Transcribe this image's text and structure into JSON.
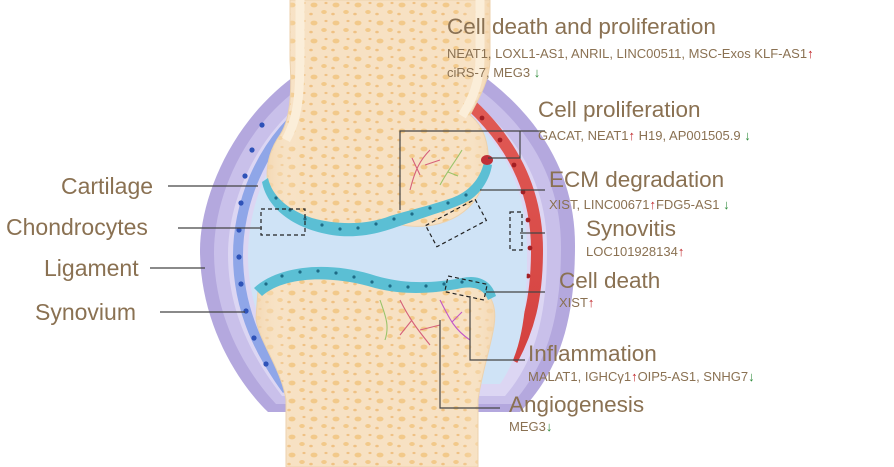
{
  "left_labels": {
    "cartilage": "Cartilage",
    "chondrocytes": "Chondrocytes",
    "ligament": "Ligament",
    "synovium": "Synovium"
  },
  "arrows": {
    "up": "↑",
    "down": "↓"
  },
  "groups": {
    "death_prolif": {
      "title": "Cell death and proliferation",
      "up_genes": "NEAT1, LOXL1-AS1, ANRIL, LINC00511, MSC-Exos KLF-AS1",
      "down_genes": "ciRS-7, MEG3"
    },
    "prolif": {
      "title": "Cell proliferation",
      "up_genes": "GACAT, NEAT1",
      "down_genes": "H19, AP001505.9"
    },
    "ecm": {
      "title": "ECM degradation",
      "up_genes": "XIST, LINC00671",
      "down_genes": "FDG5-AS1"
    },
    "synovitis": {
      "title": "Synovitis",
      "up_genes": "LOC101928134"
    },
    "death": {
      "title": "Cell death",
      "up_genes": "XIST"
    },
    "inflammation": {
      "title": "Inflammation",
      "up_genes": "MALAT1, IGHCγ1",
      "down_genes": "OIP5-AS1, SNHG7"
    },
    "angio": {
      "title": "Angiogenesis",
      "down_genes": "MEG3"
    }
  },
  "colors": {
    "text": "#8a7152",
    "up_arrow": "#c0282b",
    "down_arrow": "#2e8b3a",
    "ligament": "#a898d6",
    "synovium": "#4a6fd0",
    "synovium_inflamed": "#d9403e",
    "fluid": "#cfe3f6",
    "cartilage": "#5bbfd4",
    "bone": "#f7e1c3",
    "marrow_spots": "#f2c98a"
  }
}
